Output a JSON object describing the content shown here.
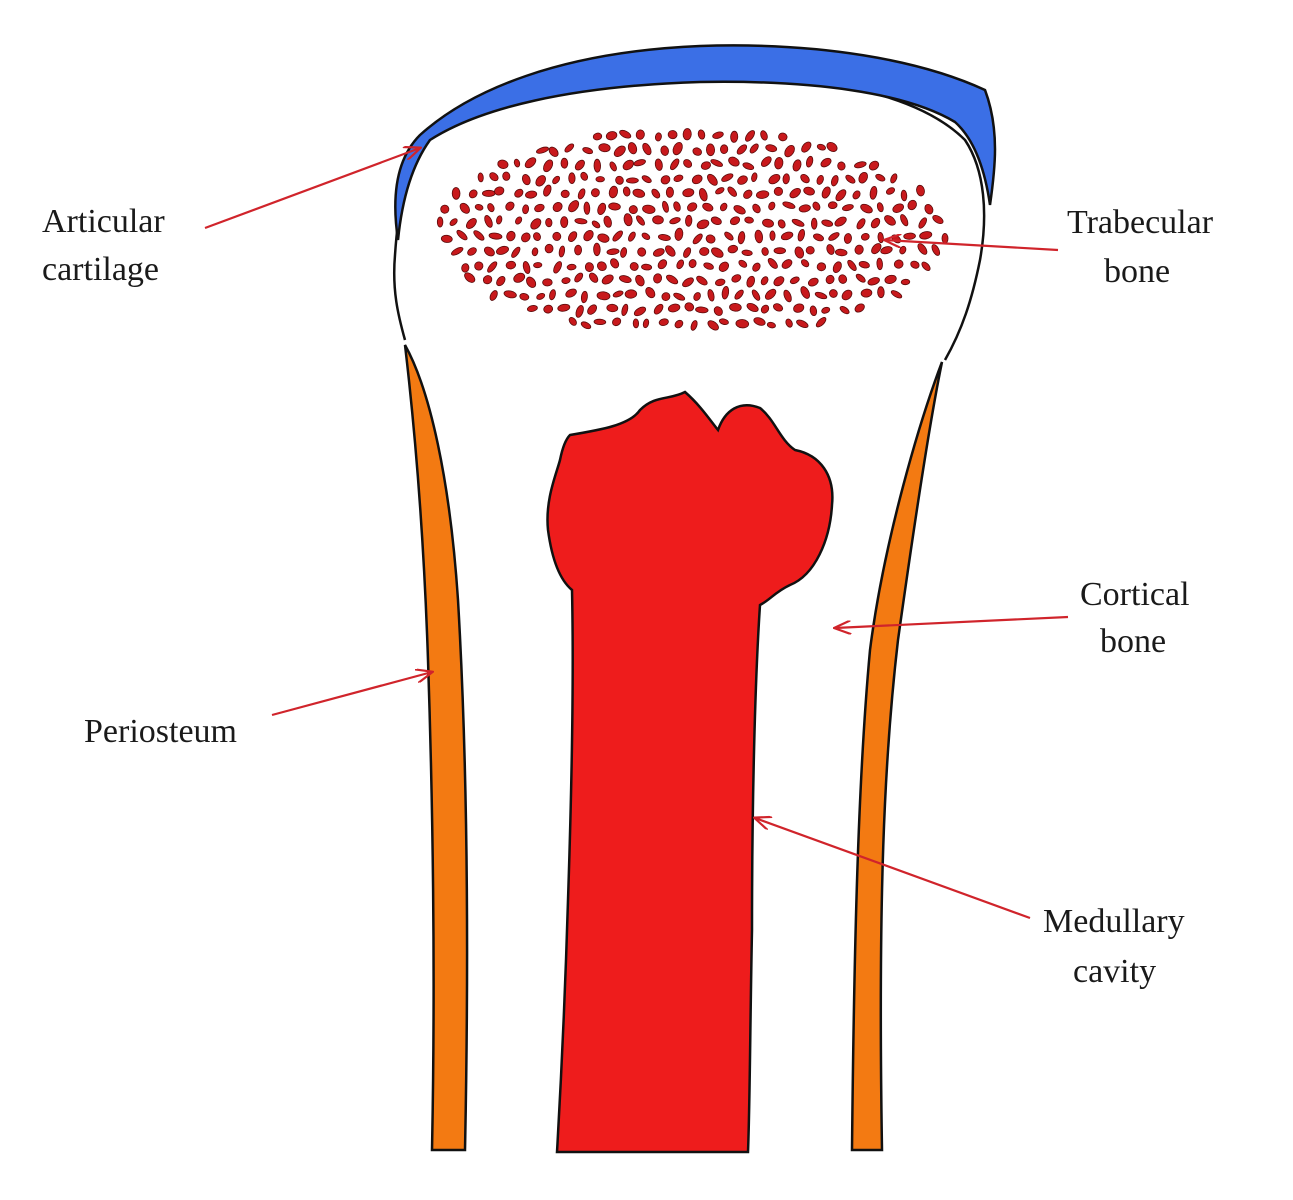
{
  "colors": {
    "cartilage": "#3b6fe6",
    "periosteum": "#f37a12",
    "medullary": "#ee1c1c",
    "trabecular": "#c8191c",
    "outline": "#111111",
    "arrow": "#d0242b",
    "background": "#ffffff"
  },
  "labels": {
    "articular_cartilage": {
      "line1": "Articular",
      "line2": "cartilage"
    },
    "trabecular_bone": {
      "line1": "Trabecular",
      "line2": "bone"
    },
    "cortical_bone": {
      "line1": "Cortical",
      "line2": "bone"
    },
    "periosteum": {
      "line1": "Periosteum"
    },
    "medullary_cavity": {
      "line1": "Medullary",
      "line2": "cavity"
    }
  }
}
